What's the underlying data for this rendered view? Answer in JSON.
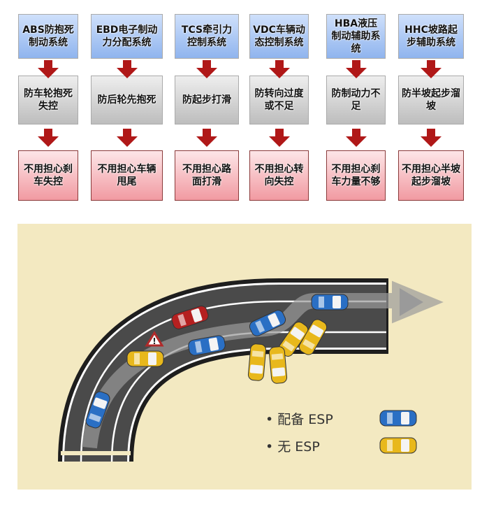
{
  "columns": [
    {
      "system": "ABS防抱死制动系统",
      "function": "防车轮抱死失控",
      "benefit": "不用担心刹车失控"
    },
    {
      "system": "EBD电子制动力分配系统",
      "function": "防后轮先抱死",
      "benefit": "不用担心车辆甩尾"
    },
    {
      "system": "TCS牵引力控制系统",
      "function": "防起步打滑",
      "benefit": "不用担心路面打滑"
    },
    {
      "system": "VDC车辆动态控制系统",
      "function": "防转向过度或不足",
      "benefit": "不用担心转向失控"
    },
    {
      "system": "HBA液压制动辅助系统",
      "function": "防制动力不足",
      "benefit": "不用担心刹车力量不够"
    },
    {
      "system": "HHC坡路起步辅助系统",
      "function": "防半坡起步溜坡",
      "benefit": "不用担心半坡起步溜坡"
    }
  ],
  "legend": [
    {
      "label": "• 配备 ESP",
      "color": "#2a6fc4"
    },
    {
      "label": "• 无 ESP",
      "color": "#e8b81c"
    }
  ],
  "colors": {
    "arrow": "#b01818",
    "panel": "#f3e9c1",
    "road": "#4a4a4a"
  }
}
